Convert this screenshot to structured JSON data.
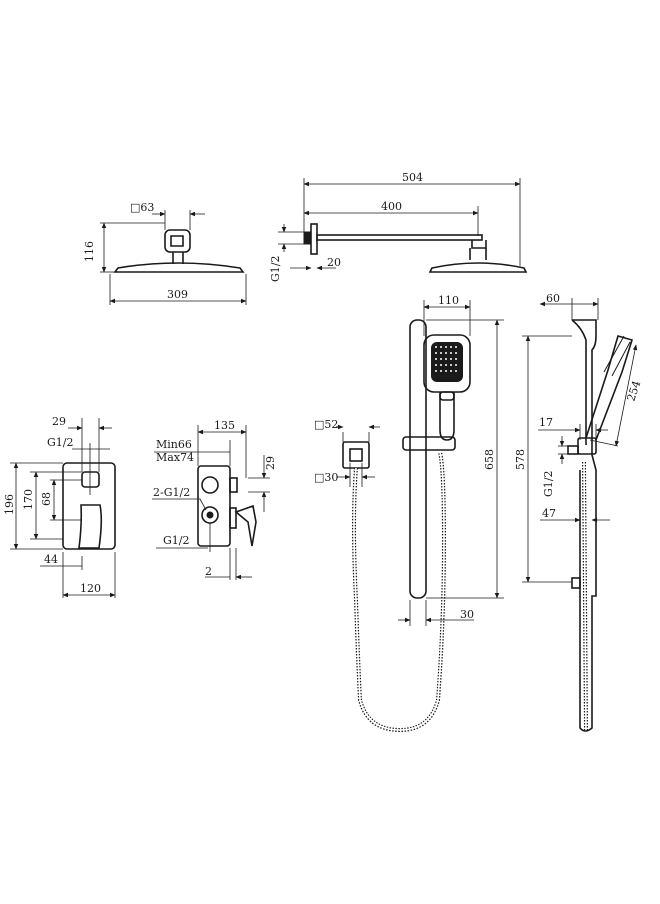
{
  "labels": {
    "top_head_sq": "□63",
    "top_head_h": "116",
    "top_head_w": "309",
    "arm_total": "504",
    "arm_len": "400",
    "arm_thread": "G1/2",
    "arm_flange": "20",
    "valve_29": "29",
    "valve_g12": "G1/2",
    "valve_196": "196",
    "valve_170": "170",
    "valve_68": "68",
    "valve_44": "44",
    "valve_120": "120",
    "side_135": "135",
    "side_min": "Min66",
    "side_max": "Max74",
    "side_29": "29",
    "side_2g12": "2-G1/2",
    "side_g12": "G1/2",
    "side_2": "2",
    "elbow_sq52": "□52",
    "elbow_sq30": "□30",
    "rail_110": "110",
    "rail_658": "658",
    "rail_30": "30",
    "prof_60": "60",
    "prof_254": "254",
    "prof_578": "578",
    "prof_17": "17",
    "prof_g12": "G1/2",
    "prof_47": "47"
  }
}
